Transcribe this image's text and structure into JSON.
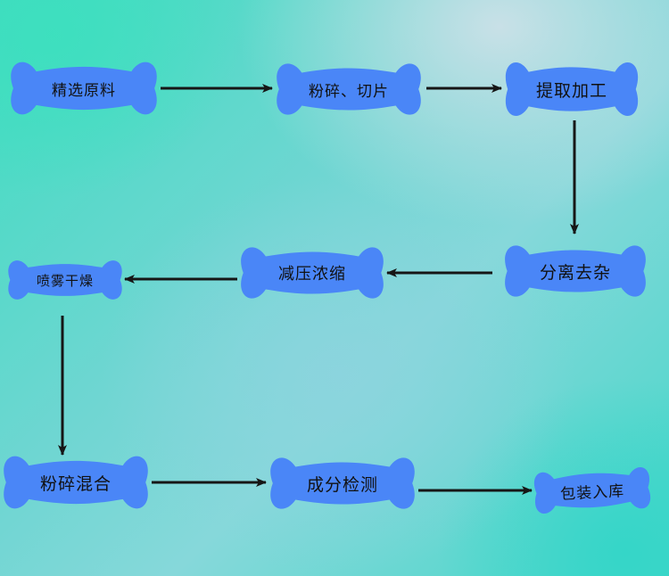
{
  "steps": [
    {
      "id": "s1",
      "label": "精选原料"
    },
    {
      "id": "s2",
      "label": "粉碎、切片"
    },
    {
      "id": "s3",
      "label": "提取加工"
    },
    {
      "id": "s4",
      "label": "分离去杂"
    },
    {
      "id": "s5",
      "label": "减压浓缩"
    },
    {
      "id": "s6",
      "label": "喷雾干燥"
    },
    {
      "id": "s7",
      "label": "粉碎混合"
    },
    {
      "id": "s8",
      "label": "成分检测"
    },
    {
      "id": "s9",
      "label": "包装入库"
    }
  ],
  "connections": [
    {
      "from": "s1",
      "to": "s2"
    },
    {
      "from": "s2",
      "to": "s3"
    },
    {
      "from": "s3",
      "to": "s4"
    },
    {
      "from": "s4",
      "to": "s5"
    },
    {
      "from": "s5",
      "to": "s6"
    },
    {
      "from": "s6",
      "to": "s7"
    },
    {
      "from": "s7",
      "to": "s8"
    },
    {
      "from": "s8",
      "to": "s9"
    }
  ],
  "colors": {
    "node_fill": "#4a86f7",
    "arrow": "#161616",
    "text": "#111111"
  }
}
